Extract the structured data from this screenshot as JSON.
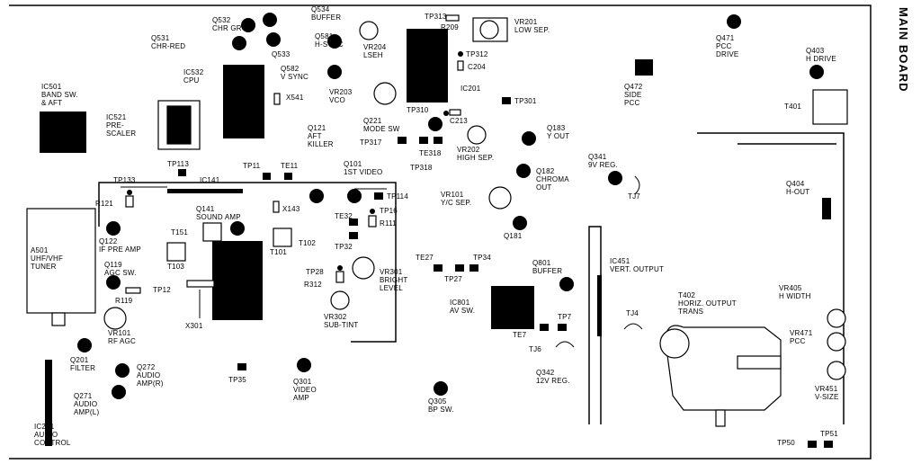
{
  "board_title": "MAIN BOARD",
  "labels": {
    "q534": "Q534\nBUFFER",
    "q532": "Q532\nCHR GR",
    "q531": "Q531\nCHR-RED",
    "q581": "Q581\nH-SYNC",
    "q533": "Q533",
    "q582": "Q582\nV SYNC",
    "vr204": "VR204\nLSEH",
    "tp313": "TP313",
    "r209": "R209",
    "vr201": "VR201\nLOW SEP.",
    "q471": "Q471\nPCC\nDRIVE",
    "q403": "Q403\nH DRIVE",
    "ic532": "IC532\nCPU",
    "x541": "X541",
    "vr203": "VR203\nVCO",
    "tp312": "TP312",
    "c204": "C204",
    "ic201": "IC201",
    "q472": "Q472\nSIDE\nPCC",
    "t401": "T401",
    "ic501": "IC501\nBAND SW.\n& AFT",
    "ic521": "IC521\nPRE-\nSCALER",
    "tp310": "TP310",
    "tp301": "TP301",
    "c213": "C213",
    "q221": "Q221\nMODE SW",
    "q121": "Q121\nAFT\nKILLER",
    "tp317": "TP317",
    "te318": "TE318",
    "tp318": "TP318",
    "vr202": "VR202\nHIGH SEP.",
    "q183": "Q183\nY OUT",
    "q341": "Q341\n9V REG.",
    "tj7": "TJ7",
    "tp113": "TP113",
    "tp11": "TP11",
    "te11": "TE11",
    "q101": "Q101\n1ST VIDEO",
    "q182": "Q182\nCHROMA\nOUT",
    "tp133": "TP133",
    "ic141": "IC141",
    "tp114": "TP114",
    "vr101": "VR101\nY/C SEP.",
    "q404": "Q404\nH-OUT",
    "r121": "R121",
    "q141": "Q141\nSOUND AMP",
    "x143": "X143",
    "te32": "TE32",
    "tp16": "TP16",
    "r111": "R111",
    "tp32": "TP32",
    "q181": "Q181",
    "q122": "Q122\nIF PRE AMP",
    "t151": "T151",
    "t102": "T102",
    "t101": "T101",
    "a501": "A501\nUHF/VHF\nTUNER",
    "te27": "TE27",
    "tp34": "TP34",
    "tp27": "TP27",
    "ic451": "IC451\nVERT. OUTPUT",
    "q119": "Q119\nAGC SW.",
    "t103": "T103",
    "tp28": "TP28",
    "vr301": "VR301\nBRIGHT\nLEVEL",
    "q801": "Q801\nBUFFER",
    "tp12": "TP12",
    "r312": "R312",
    "vr405": "VR405\nH WIDTH",
    "r119": "R119",
    "ic801": "IC801\nAV SW.",
    "t402": "T402\nHORIZ. OUTPUT\nTRANS",
    "tj4": "TJ4",
    "x301": "X301",
    "vr302": "VR302\nSUB-TINT",
    "te7": "TE7",
    "tp7": "TP7",
    "vr471": "VR471\nPCC",
    "vr101b": "VR101\nRF AGC",
    "tj6": "TJ6",
    "q201": "Q201\nFILTER",
    "q272": "Q272\nAUDIO\nAMP(R)",
    "tp35": "TP35",
    "q301": "Q301\nVIDEO\nAMP",
    "q342": "Q342\n12V REG.",
    "vr451": "VR451\nV-SIZE",
    "q271": "Q271\nAUDIO\nAMP(L)",
    "q305": "Q305\nBP SW.",
    "ic251": "IC251\nAUDIO\nCONTROL",
    "tp50": "TP50",
    "tp51": "TP51"
  }
}
